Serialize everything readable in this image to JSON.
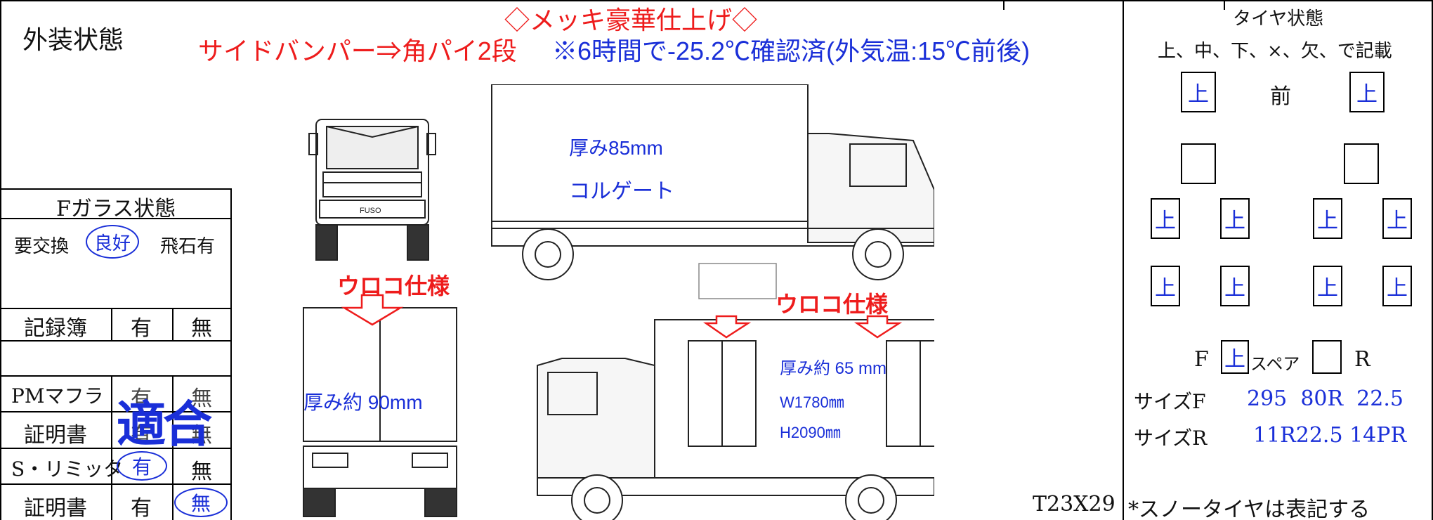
{
  "header": {
    "section_title": "外装状態",
    "plating_note": "◇メッキ豪華仕上げ◇",
    "bumper_note": "サイドバンパー⇒角パイ2段",
    "cooling_note": "※6時間で-25.2℃確認済(外気温:15℃前後)"
  },
  "diagram": {
    "thickness_85": "厚み85mm",
    "corrugated": "コルゲート",
    "uroko_left": "ウロコ仕様",
    "uroko_right": "ウロコ仕様",
    "thickness_90": "厚み約 90mm",
    "thickness_65": "厚み約 65 mm",
    "width": "W1780㎜",
    "height": "H2090㎜",
    "fuso_label": "FUSO"
  },
  "left_table": {
    "glass_title": "Fガラス状態",
    "glass_replace": "要交換",
    "glass_good": "良好",
    "glass_chip": "飛石有",
    "record_book": "記録簿",
    "yes": "有",
    "no": "無",
    "pm_muffler": "PMマフラ",
    "certificate": "証明書",
    "conforming": "適合",
    "speed_limiter": "S・リミッタ"
  },
  "tires": {
    "title": "タイヤ状態",
    "legend": "上、中、下、×、欠、で記載",
    "front_label": "前",
    "front_left": "上",
    "front_right": "上",
    "row2": [
      "",
      ""
    ],
    "row3": [
      "上",
      "上",
      "上",
      "上"
    ],
    "row4": [
      "上",
      "上",
      "上",
      "上"
    ],
    "f_label": "F",
    "spare_f": "上",
    "spare_label": "スペア",
    "spare_r": "",
    "r_label": "R",
    "size_f_label": "サイズF",
    "size_f_value": "295  80R  22.5",
    "size_r_label": "サイズR",
    "size_r_value": "11R22.5 14PR",
    "snow_note": "*スノータイヤは表記する"
  },
  "model_code": "T23X29"
}
